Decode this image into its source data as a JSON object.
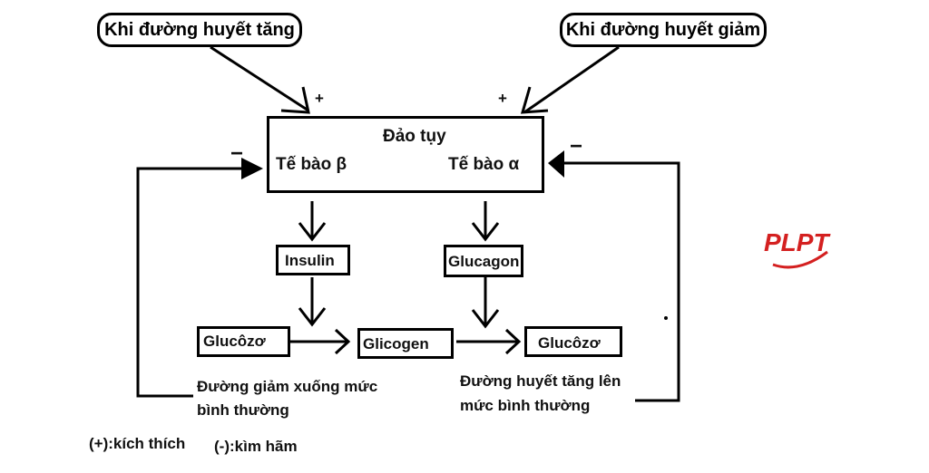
{
  "signals": {
    "glucose_up": "Khi đường huyết tăng",
    "glucose_down": "Khi đường huyết giảm",
    "plus": "+",
    "minus": "−"
  },
  "pancreas": {
    "title": "Đảo tụy",
    "beta_cell": "Tế bào β",
    "alpha_cell": "Tế bào α"
  },
  "hormones": {
    "insulin": "Insulin",
    "glucagon": "Glucagon"
  },
  "molecules": {
    "glucose_left": "Glucôzơ",
    "glycogen": "Glicogen",
    "glucose_right": "Glucôzơ"
  },
  "outcomes": {
    "decrease_line1": "Đường giảm xuống mức",
    "decrease_line2": "bình thường",
    "increase_line1": "Đường huyết tăng lên",
    "increase_line2": "mức bình thường"
  },
  "legend": {
    "stimulate": "(+):kích thích",
    "inhibit": "(-):kìm hãm"
  },
  "logo": {
    "text": "PLPT",
    "color": "#d42020"
  }
}
